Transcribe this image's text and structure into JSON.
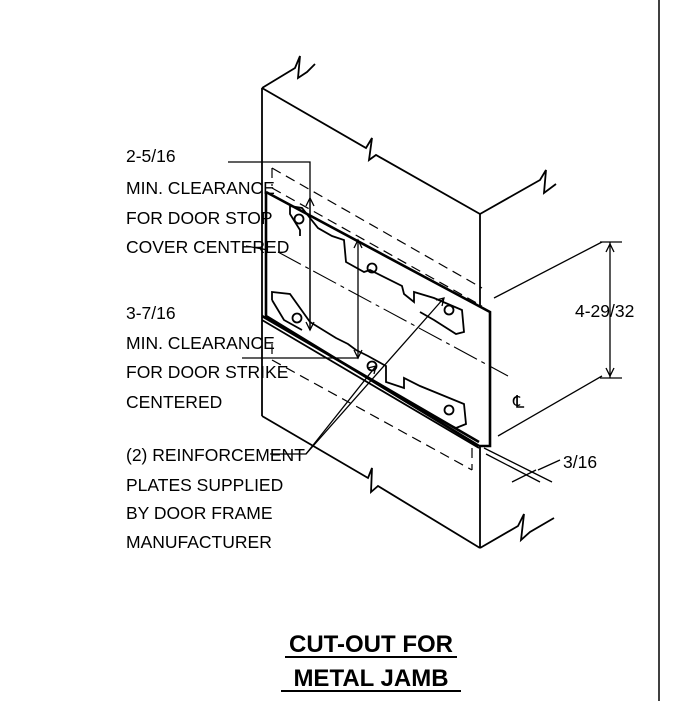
{
  "labels": {
    "stop_line1": "2-5/16",
    "stop_line2": "MIN. CLEARANCE",
    "stop_line3": "FOR DOOR STOP",
    "stop_line4": "COVER CENTERED",
    "strike_line1": "3-7/16",
    "strike_line2": "MIN. CLEARANCE",
    "strike_line3": "FOR DOOR STRIKE",
    "strike_line4": "CENTERED",
    "plates_line1": "(2) REINFORCEMENT",
    "plates_line2": "PLATES SUPPLIED",
    "plates_line3": "BY DOOR FRAME",
    "plates_line4": "MANUFACTURER",
    "height_dim": "4-29/32",
    "thickness_dim": "3/16",
    "centerline_symbol": "℄"
  },
  "title": {
    "line1": "CUT-OUT FOR",
    "line2": "METAL JAMB"
  }
}
